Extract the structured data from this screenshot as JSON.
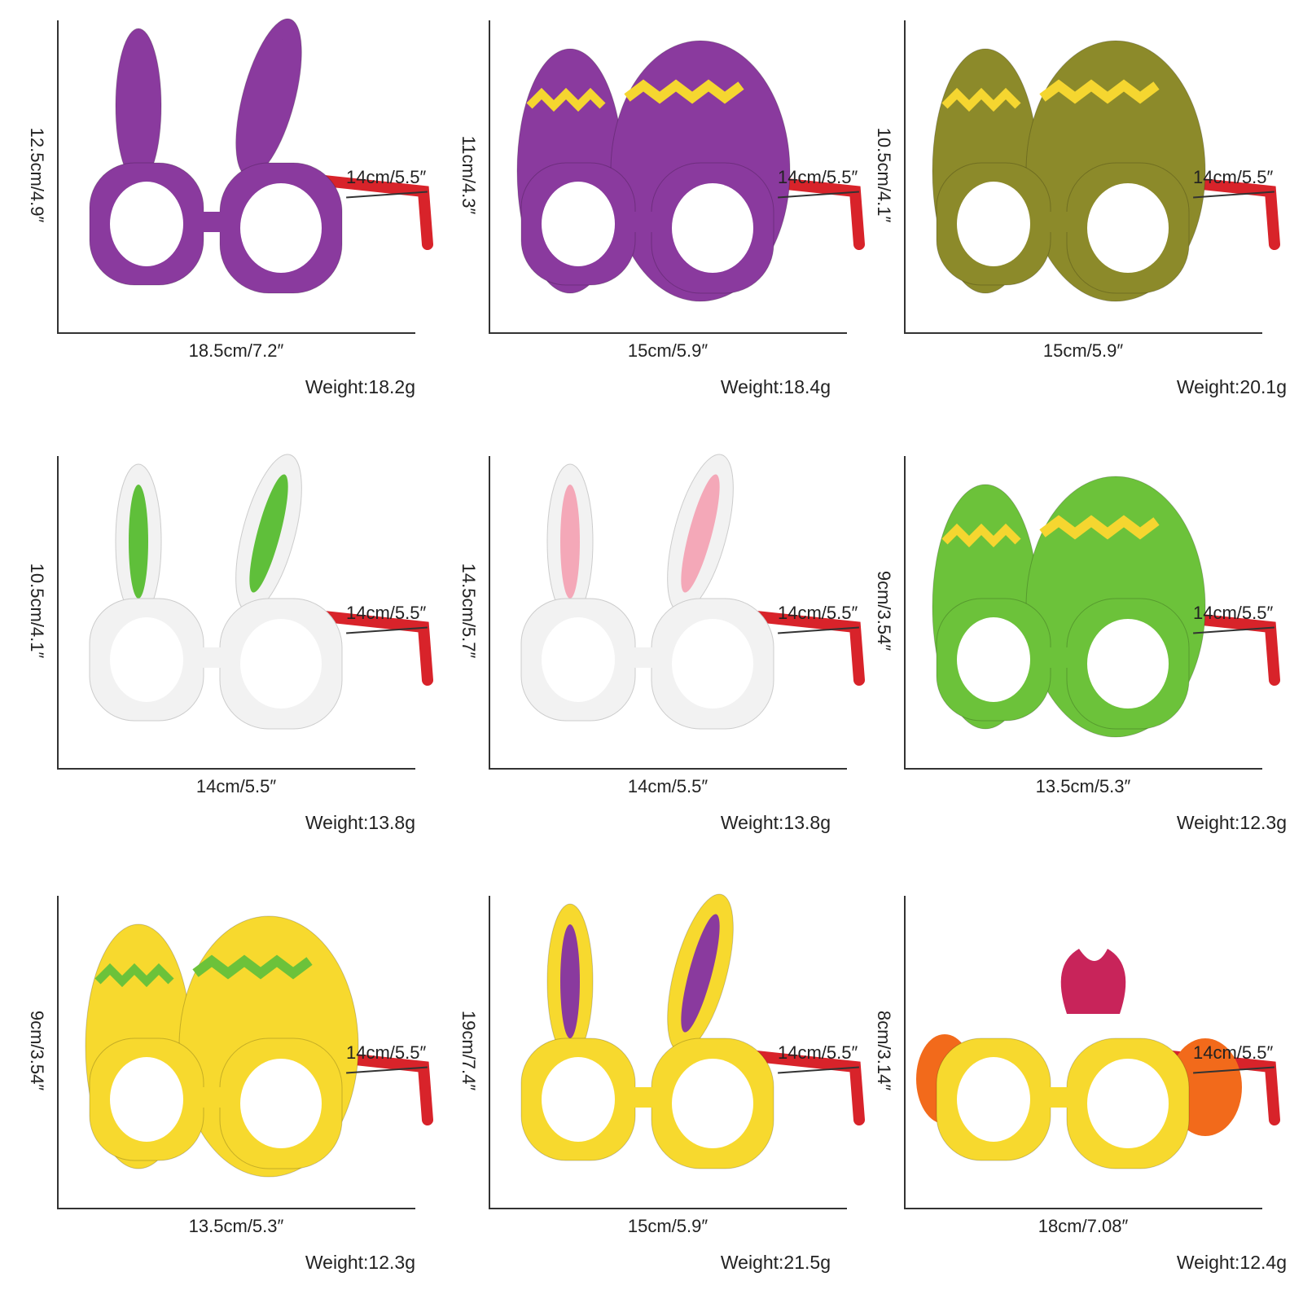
{
  "items": [
    {
      "height": "12.5cm/4.9″",
      "width": "18.5cm/7.2″",
      "temple": "14cm/5.5″",
      "weight": "Weight:18.2g",
      "frame_color": "#8a3a9e",
      "accent": "#8a3a9e",
      "style": "bunny"
    },
    {
      "height": "11cm/4.3″",
      "width": "15cm/5.9″",
      "temple": "14cm/5.5″",
      "weight": "Weight:18.4g",
      "frame_color": "#8a3a9e",
      "accent": "#f5d630",
      "style": "egg"
    },
    {
      "height": "10.5cm/4.1″",
      "width": "15cm/5.9″",
      "temple": "14cm/5.5″",
      "weight": "Weight:20.1g",
      "frame_color": "#8c8a2a",
      "accent": "#f5d630",
      "style": "egg"
    },
    {
      "height": "10.5cm/4.1″",
      "width": "14cm/5.5″",
      "temple": "14cm/5.5″",
      "weight": "Weight:13.8g",
      "frame_color": "#f2f2f2",
      "accent": "#5fbf3a",
      "style": "bunny"
    },
    {
      "height": "14.5cm/5.7″",
      "width": "14cm/5.5″",
      "temple": "14cm/5.5″",
      "weight": "Weight:13.8g",
      "frame_color": "#f2f2f2",
      "accent": "#f4a8b8",
      "style": "bunny"
    },
    {
      "height": "9cm/3.54″",
      "width": "13.5cm/5.3″",
      "temple": "14cm/5.5″",
      "weight": "Weight:12.3g",
      "frame_color": "#6cc23a",
      "accent": "#f5d630",
      "style": "egg"
    },
    {
      "height": "9cm/3.54″",
      "width": "13.5cm/5.3″",
      "temple": "14cm/5.5″",
      "weight": "Weight:12.3g",
      "frame_color": "#f7d92e",
      "accent": "#6cc23a",
      "style": "egg"
    },
    {
      "height": "19cm/7.4″",
      "width": "15cm/5.9″",
      "temple": "14cm/5.5″",
      "weight": "Weight:21.5g",
      "frame_color": "#f7d92e",
      "accent": "#8a3a9e",
      "style": "bunny"
    },
    {
      "height": "8cm/3.14″",
      "width": "18cm/7.08″",
      "temple": "14cm/5.5″",
      "weight": "Weight:12.4g",
      "frame_color": "#f7d92e",
      "accent": "#f26a1b",
      "style": "chick"
    }
  ]
}
